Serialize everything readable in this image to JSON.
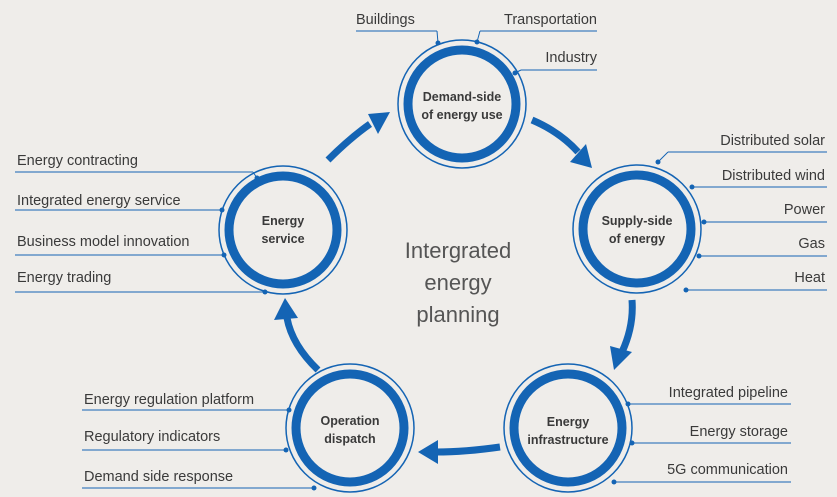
{
  "center_title": {
    "line1": "Intergrated",
    "line2": "energy",
    "line3": "planning"
  },
  "nodes": {
    "demand": {
      "line1": "Demand-side",
      "line2": "of energy use"
    },
    "supply": {
      "line1": "Supply-side",
      "line2": "of energy"
    },
    "infrastructure": {
      "line1": "Energy",
      "line2": "infrastructure"
    },
    "dispatch": {
      "line1": "Operation",
      "line2": "dispatch"
    },
    "service": {
      "line1": "Energy",
      "line2": "service"
    }
  },
  "labels": {
    "demand": [
      "Buildings",
      "Transportation",
      "Industry"
    ],
    "supply": [
      "Distributed solar",
      "Distributed wind",
      "Power",
      "Gas",
      "Heat"
    ],
    "infrastructure": [
      "Integrated pipeline",
      "Energy storage",
      "5G communication"
    ],
    "dispatch": [
      "Energy regulation platform",
      "Regulatory indicators",
      "Demand side response"
    ],
    "service": [
      "Energy contracting",
      "Integrated energy service",
      "Business model innovation",
      "Energy trading"
    ]
  },
  "colors": {
    "background": "#efedea",
    "ring": "#1464b4",
    "leader": "#1464b4",
    "text": "#3a3a3a"
  }
}
